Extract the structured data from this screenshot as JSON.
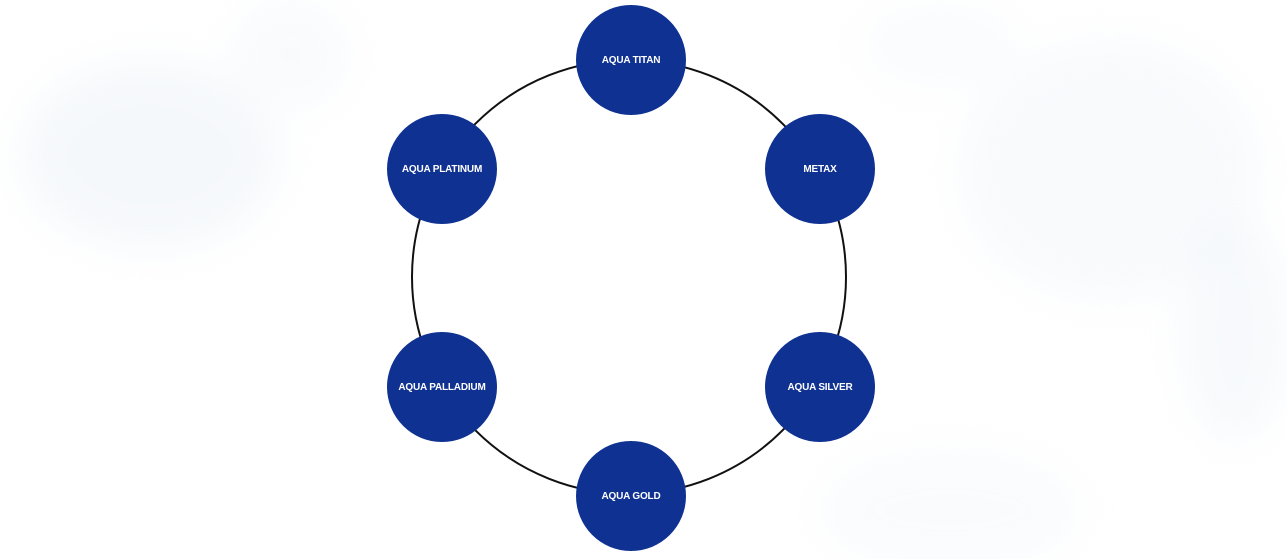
{
  "colors": {
    "node_fill": "#0f3192",
    "node_text": "#ffffff",
    "ring_stroke": "#111111",
    "background": "#ffffff"
  },
  "nodes": [
    {
      "id": "titan",
      "label": "AQUA TITAN"
    },
    {
      "id": "metax",
      "label": "METAX"
    },
    {
      "id": "silver",
      "label": "AQUA SILVER"
    },
    {
      "id": "gold",
      "label": "AQUA GOLD"
    },
    {
      "id": "palladium",
      "label": "AQUA PALLADIUM"
    },
    {
      "id": "platinum",
      "label": "AQUA PLATINUM"
    }
  ]
}
